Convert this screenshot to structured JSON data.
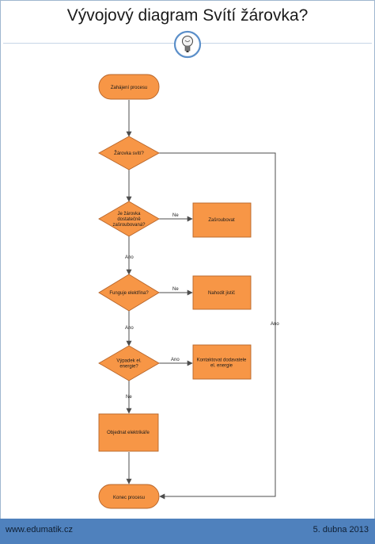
{
  "title": "Vývojový diagram Svítí žárovka?",
  "footer": {
    "left": "www.edumatik.cz",
    "right": "5. dubna 2013"
  },
  "colors": {
    "node_fill": "#f79646",
    "node_stroke": "#b7652a",
    "footer_bg": "#4f81bd",
    "line": "#4d4d4d"
  },
  "logo_icon": "lightbulb-icon",
  "nodes": {
    "start": {
      "lines": [
        "Zahájení procesu"
      ]
    },
    "q1": {
      "lines": [
        "Žárovka svítí?"
      ]
    },
    "q2": {
      "lines": [
        "Je žárovka",
        "dostatečně",
        "zašroubovaná?"
      ]
    },
    "a2": {
      "lines": [
        "Zašroubovat"
      ]
    },
    "q3": {
      "lines": [
        "Funguje elektřina?"
      ]
    },
    "a3": {
      "lines": [
        "Nahodit jistič"
      ]
    },
    "q4": {
      "lines": [
        "Výpadek el.",
        "energie?"
      ]
    },
    "a4": {
      "lines": [
        "Kontaktovat dodavatele",
        "el. energie"
      ]
    },
    "order": {
      "lines": [
        "Objednat elektrikáře"
      ]
    },
    "end": {
      "lines": [
        "Konec procesu"
      ]
    }
  },
  "edge_labels": {
    "q1_yes": "Ano",
    "q2_no": "Ne",
    "q2_yes": "Ano",
    "q3_no": "Ne",
    "q3_yes": "Ano",
    "q4_yes": "Ano",
    "q4_no": "Ne"
  }
}
